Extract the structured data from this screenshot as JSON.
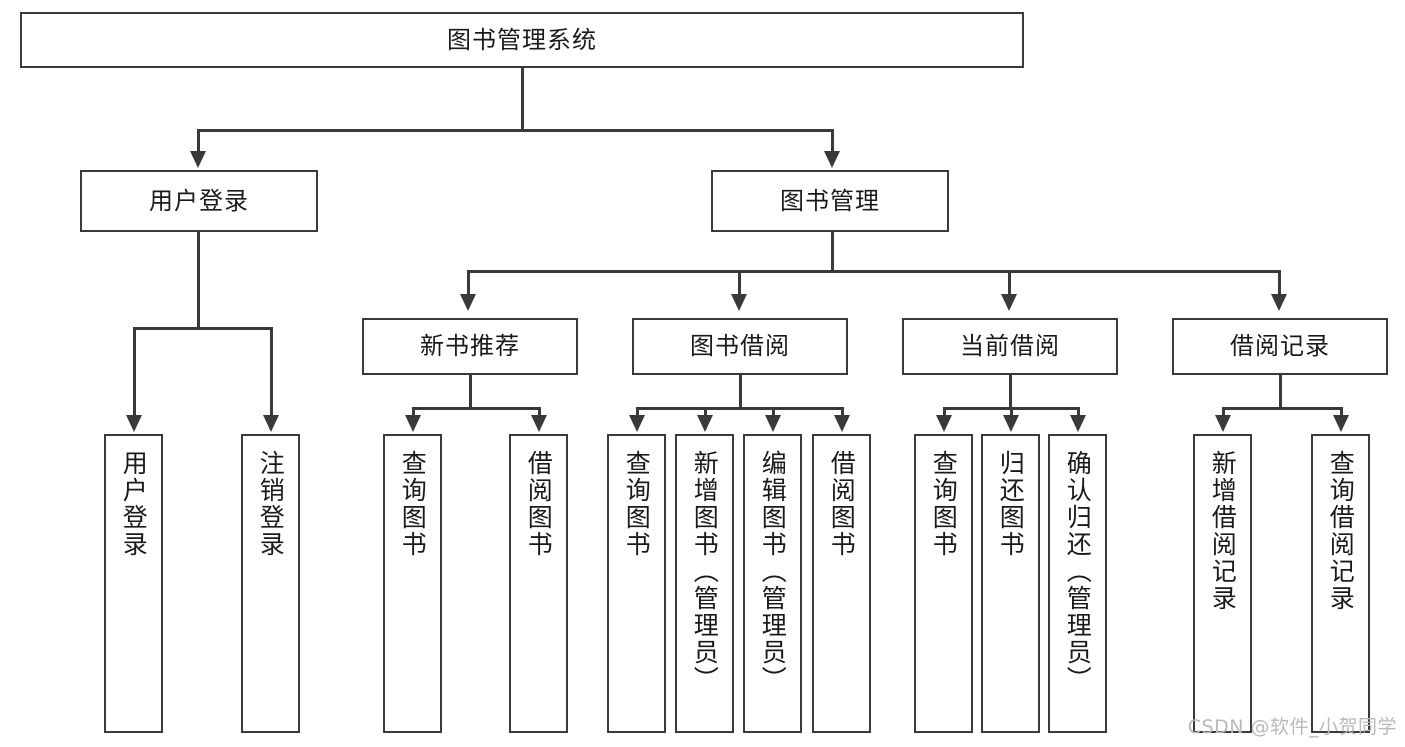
{
  "diagram": {
    "title": "图书管理系统",
    "type": "hierarchy-tree",
    "watermark": "CSDN @软件_小贺同学",
    "colors": {
      "stroke": "#3a3a3a",
      "fill": "#ffffff",
      "text": "#1a1a1a",
      "watermark": "#b9b9b9"
    },
    "root": {
      "label": "图书管理系统"
    },
    "level2": [
      {
        "label": "用户登录"
      },
      {
        "label": "图书管理"
      }
    ],
    "level3": [
      {
        "label": "新书推荐"
      },
      {
        "label": "图书借阅"
      },
      {
        "label": "当前借阅"
      },
      {
        "label": "借阅记录"
      }
    ],
    "leaves": {
      "user_login": [
        {
          "label": "用户登录"
        },
        {
          "label": "注销登录"
        }
      ],
      "new_book": [
        {
          "label": "查询图书"
        },
        {
          "label": "借阅图书"
        }
      ],
      "borrow_book": [
        {
          "label": "查询图书"
        },
        {
          "label": "新增图书（管理员）"
        },
        {
          "label": "编辑图书（管理员）"
        },
        {
          "label": "借阅图书"
        }
      ],
      "current_borrow": [
        {
          "label": "查询图书"
        },
        {
          "label": "归还图书"
        },
        {
          "label": "确认归还（管理员）"
        }
      ],
      "borrow_record": [
        {
          "label": "新增借阅记录"
        },
        {
          "label": "查询借阅记录"
        }
      ]
    }
  }
}
